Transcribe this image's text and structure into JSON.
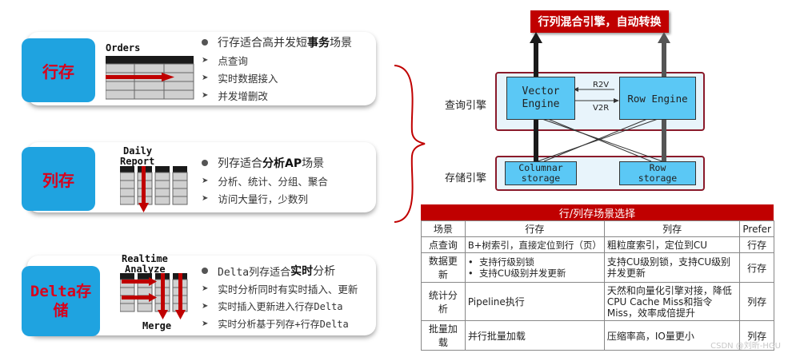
{
  "left": {
    "row_store": {
      "tag": "行存",
      "table_label": "Orders",
      "headline_pre": "行存适合高并发短",
      "headline_bold": "事务",
      "headline_post": "场景",
      "items": [
        "点查询",
        "实时数据接入",
        "并发增删改"
      ]
    },
    "col_store": {
      "tag": "列存",
      "table_label_1": "Daily",
      "table_label_2": "Report",
      "headline_pre": "列存适合",
      "headline_bold": "分析AP",
      "headline_post": "场景",
      "items": [
        "分析、统计、分组、聚合",
        "访问大量行，少数列"
      ]
    },
    "delta_store": {
      "tag_1": "Delta存",
      "tag_2": "储",
      "table_label_1": "Realtime",
      "table_label_2": "Analyze",
      "merge_label": "Merge",
      "headline_pre": "Delta列存适合",
      "headline_bold": "实时",
      "headline_post": "分析",
      "items": [
        "实时分析同时有实时插入、更新",
        "实时插入更新进入行存Delta",
        "实时分析基于列存+行存Delta"
      ]
    }
  },
  "engine": {
    "banner": "行列混合引擎，自动转换",
    "query_label": "查询引擎",
    "storage_label": "存储引擎",
    "vector_engine_1": "Vector",
    "vector_engine_2": "Engine",
    "row_engine": "Row Engine",
    "r2v": "R2V",
    "v2r": "V2R",
    "columnar_1": "Columnar",
    "columnar_2": "storage",
    "row_storage_1": "Row",
    "row_storage_2": "storage"
  },
  "table": {
    "title": "行/列存场景选择",
    "headers": [
      "场景",
      "行存",
      "列存",
      "Prefer"
    ],
    "rows": [
      {
        "scene": "点查询",
        "row": "B+树索引，直接定位到行（页）",
        "col": "粗粒度索引，定位到CU",
        "prefer": "行存"
      },
      {
        "scene": "数据更新",
        "row_items": [
          "支持行级别锁",
          "支持CU级别并发更新"
        ],
        "col": "支持CU级别锁，支持CU级别并发更新",
        "prefer": "行存"
      },
      {
        "scene": "统计分析",
        "row": "Pipeline执行",
        "col": "天然和向量化引擎对接，降低CPU Cache Miss和指令Miss，效率成倍提升",
        "prefer": "列存"
      },
      {
        "scene": "批量加载",
        "row": "并行批量加载",
        "col": "压缩率高，IO量更小",
        "prefer": "列存"
      }
    ]
  },
  "watermark": "CSDN @刘昕-HGU",
  "colors": {
    "tag_bg": "#1fa3e0",
    "tag_text": "#d9001b",
    "accent_red": "#c00000",
    "engine_box": "#5bc8f5",
    "panel_bg": "#e8f4fb"
  }
}
